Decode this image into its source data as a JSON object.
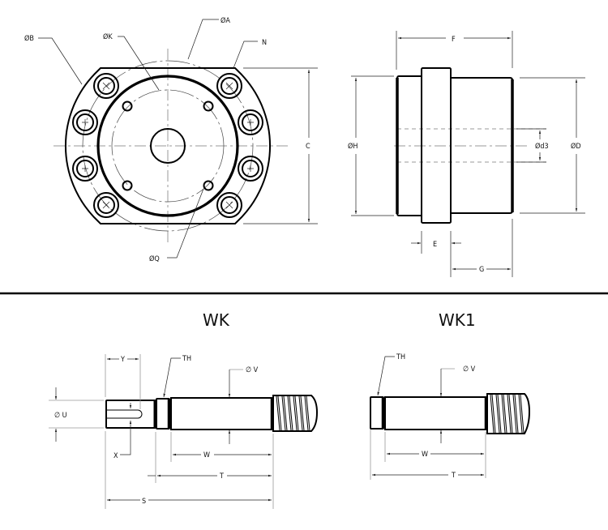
{
  "figure": {
    "front_view": {
      "labels": {
        "phiA": "ØA",
        "phiB": "ØB",
        "phiK": "ØK",
        "N": "N",
        "C": "C",
        "phiQ": "ØQ"
      }
    },
    "side_view": {
      "labels": {
        "F": "F",
        "phiH": "ØH",
        "phid3": "Ød3",
        "phiD": "ØD",
        "E": "E",
        "G": "G"
      }
    },
    "wk": {
      "title": "WK",
      "labels": {
        "Y": "Y",
        "TH": "TH",
        "phiV": "∅ V",
        "phiU": "∅ U",
        "X": "X",
        "W": "W",
        "T": "T",
        "S": "S"
      }
    },
    "wk1": {
      "title": "WK1",
      "labels": {
        "TH": "TH",
        "phiV": "∅ V",
        "W": "W",
        "T": "T"
      }
    }
  },
  "colors": {
    "line": "#000000",
    "dimension": "#222222",
    "centerline": "#999999",
    "background": "#ffffff"
  }
}
